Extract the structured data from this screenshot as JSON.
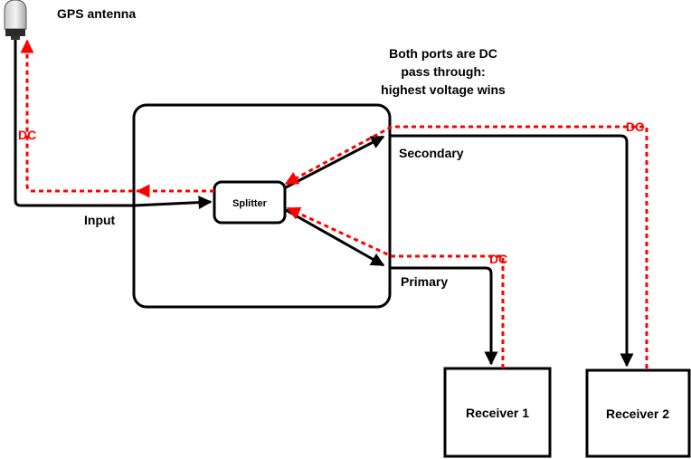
{
  "antenna": {
    "label": "GPS antenna"
  },
  "note": {
    "lines": [
      "Both ports are DC",
      "pass through:",
      "highest voltage wins"
    ]
  },
  "splitter": {
    "label": "Splitter"
  },
  "ports": {
    "input": "Input",
    "secondary": "Secondary",
    "primary": "Primary"
  },
  "dc_labels": {
    "antenna": "DC",
    "secondary": "DC",
    "primary": "DC"
  },
  "receivers": {
    "r1": "Receiver 1",
    "r2": "Receiver 2"
  },
  "colors": {
    "signal": "#000000",
    "dc": "#ff0000"
  }
}
